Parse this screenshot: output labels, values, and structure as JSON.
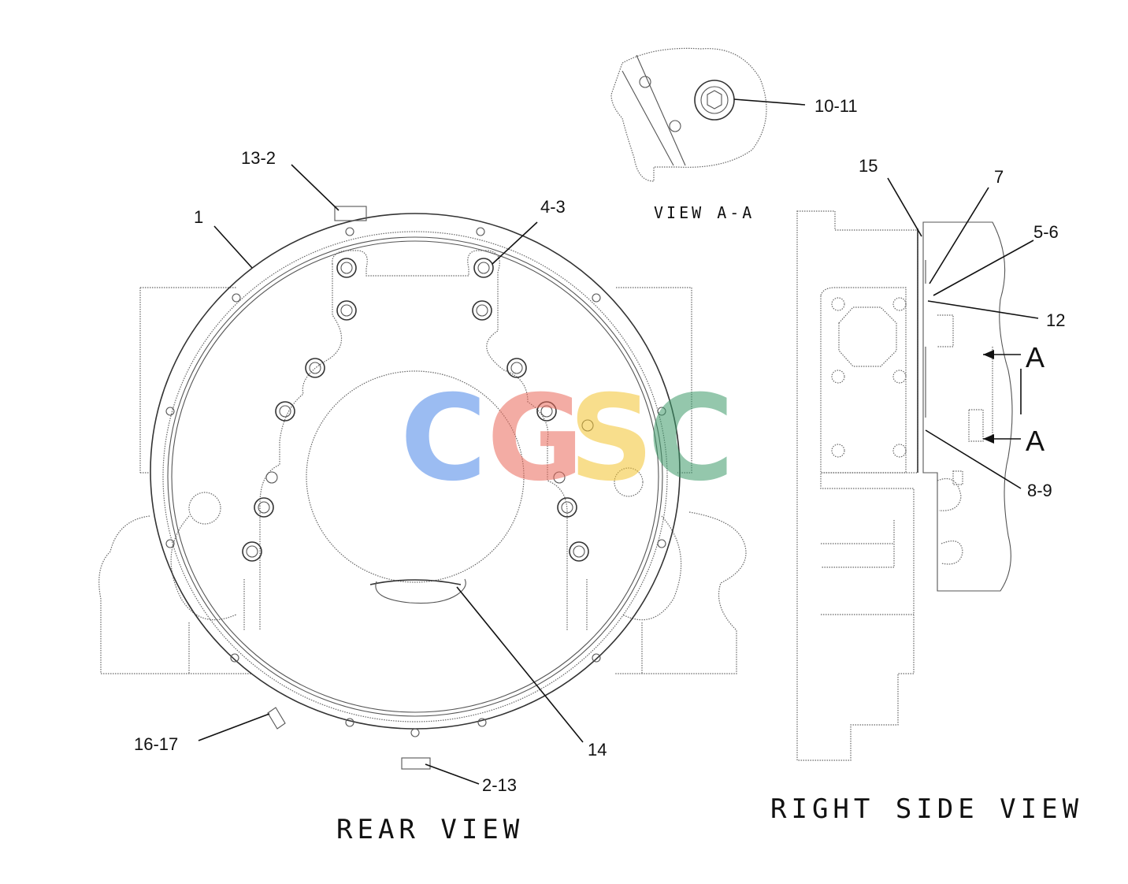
{
  "callouts": {
    "c1": "1",
    "c13_2": "13-2",
    "c4_3": "4-3",
    "c10_11": "10-11",
    "c15": "15",
    "c7": "7",
    "c5_6": "5-6",
    "c12": "12",
    "c8_9": "8-9",
    "c14": "14",
    "c16_17": "16-17",
    "c2_13": "2-13"
  },
  "labels": {
    "rear_view": "REAR VIEW",
    "right_side_view": "RIGHT SIDE VIEW",
    "view_aa": "VIEW A-A",
    "section_a_top": "A",
    "section_a_bottom": "A"
  },
  "watermark": {
    "letters": [
      "C",
      "G",
      "S",
      "C"
    ],
    "colors": [
      "#4a86e8",
      "#ea6a5a",
      "#f4c430",
      "#3d9a6a"
    ]
  }
}
